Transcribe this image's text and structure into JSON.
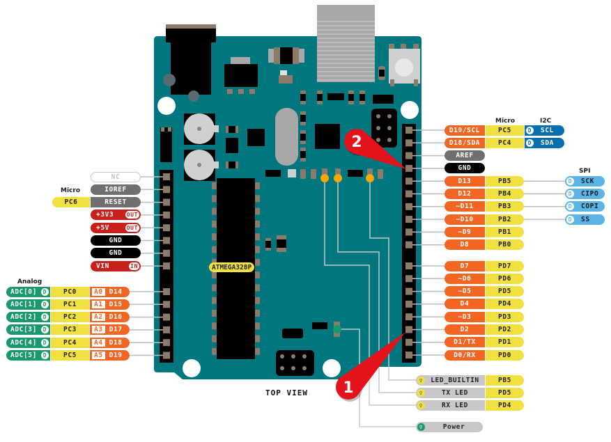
{
  "board": {
    "chip_label": "ATMEGA328P",
    "view_label": "TOP VIEW",
    "colors": {
      "pcb": "#00767f",
      "header": "#000000",
      "pin": "#8c7b6b",
      "orange": "#f26522",
      "yellow": "#f0e040",
      "power_red": "#c8201a",
      "gray": "#6f6f6f",
      "black": "#000000",
      "green": "#1a9a6c",
      "i2c_blue": "#0a6fae",
      "spi_blue": "#5ab4e6",
      "led_gray": "#c8c8c8",
      "led_orange": "#f5a800",
      "led_green": "#1a9a6c",
      "callout_red": "#e3121b"
    }
  },
  "left_power_header": {
    "micro_header": "Micro",
    "pins": [
      {
        "label": "NC",
        "style": "nc"
      },
      {
        "label": "IOREF",
        "style": "gray"
      },
      {
        "label": "RESET",
        "style": "gray",
        "micro": "PC6"
      },
      {
        "label": "+3V3",
        "style": "power",
        "badge": "OUT"
      },
      {
        "label": "+5V",
        "style": "power",
        "badge": "OUT"
      },
      {
        "label": "GND",
        "style": "black"
      },
      {
        "label": "GND",
        "style": "black"
      },
      {
        "label": "VIN",
        "style": "power",
        "badge": "IN"
      }
    ]
  },
  "left_analog_header": {
    "analog_header": "Analog",
    "pins": [
      {
        "adc": "ADC[0]",
        "port": "PC0",
        "analog": "A0",
        "digital": "D14"
      },
      {
        "adc": "ADC[1]",
        "port": "PC1",
        "analog": "A1",
        "digital": "D15"
      },
      {
        "adc": "ADC[2]",
        "port": "PC2",
        "analog": "A2",
        "digital": "D16"
      },
      {
        "adc": "ADC[3]",
        "port": "PC3",
        "analog": "A3",
        "digital": "D17"
      },
      {
        "adc": "ADC[4]",
        "port": "PC4",
        "analog": "A4",
        "digital": "D18"
      },
      {
        "adc": "ADC[5]",
        "port": "PC5",
        "analog": "A5",
        "digital": "D19"
      }
    ],
    "d_badge": "D"
  },
  "right_header_top": {
    "micro_header": "Micro",
    "i2c_header": "I2C",
    "spi_header": "SPI",
    "pins": [
      {
        "label": "D19/SCL",
        "style": "orange",
        "port": "PC5",
        "bus": "SCL",
        "bus_type": "i2c"
      },
      {
        "label": "D18/SDA",
        "style": "orange",
        "port": "PC4",
        "bus": "SDA",
        "bus_type": "i2c"
      },
      {
        "label": "AREF",
        "style": "gray"
      },
      {
        "label": "GND",
        "style": "black"
      },
      {
        "label": "D13",
        "style": "orange",
        "port": "PB5",
        "bus": "SCK",
        "bus_type": "spi"
      },
      {
        "label": "D12",
        "style": "orange",
        "port": "PB4",
        "bus": "CIPO",
        "bus_type": "spi"
      },
      {
        "label": "~D11",
        "style": "orange",
        "port": "PB3",
        "bus": "COPI",
        "bus_type": "spi"
      },
      {
        "label": "~D10",
        "style": "orange",
        "port": "PB2",
        "bus": "SS",
        "bus_type": "spi"
      },
      {
        "label": "~D9",
        "style": "orange",
        "port": "PB1"
      },
      {
        "label": "D8",
        "style": "orange",
        "port": "PB0"
      }
    ],
    "d_badge": "D"
  },
  "right_header_bottom": {
    "pins": [
      {
        "label": "D7",
        "port": "PD7"
      },
      {
        "label": "~D6",
        "port": "PD6"
      },
      {
        "label": "~D5",
        "port": "PD5"
      },
      {
        "label": "D4",
        "port": "PD4"
      },
      {
        "label": "~D3",
        "port": "PD3"
      },
      {
        "label": "D2",
        "port": "PD2"
      },
      {
        "label": "D1/TX",
        "port": "PD1"
      },
      {
        "label": "D0/RX",
        "port": "PD0"
      }
    ]
  },
  "leds": [
    {
      "label": "LED_BUILTIN",
      "port": "PB5",
      "color": "orange"
    },
    {
      "label": "TX LED",
      "port": "PD5",
      "color": "orange"
    },
    {
      "label": "RX LED",
      "port": "PD4",
      "color": "orange"
    },
    {
      "label": "Power",
      "color": "green"
    }
  ],
  "callouts": [
    {
      "number": "1",
      "target": "D2"
    },
    {
      "number": "2",
      "target": "GND"
    }
  ]
}
